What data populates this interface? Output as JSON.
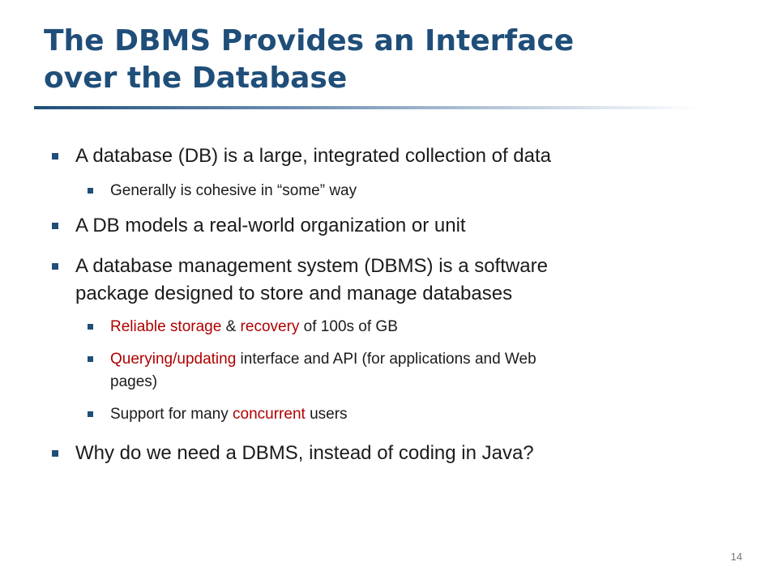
{
  "slide": {
    "title_line1": "The DBMS Provides an Interface",
    "title_line2": "over the Database",
    "page_number": "14"
  },
  "bullets": {
    "b1": "A database (DB) is a large, integrated collection of data",
    "b1_1": "Generally is cohesive in “some” way",
    "b2": "A DB models a real-world organization or unit",
    "b3_line1": "A database management system (DBMS) is a software",
    "b3_line2": "package designed to store and manage databases",
    "b3_1": {
      "p1": "Reliable storage",
      "p2": " & ",
      "p3": "recovery",
      "p4": " of 100s of GB"
    },
    "b3_2": {
      "p1": "Querying/updating",
      "p2": " interface and API (for applications and Web",
      "p3": "pages)"
    },
    "b3_3": {
      "p1": "Support for many ",
      "p2": "concurrent",
      "p3": " users"
    },
    "b4": "Why do we need a DBMS, instead of coding in Java?"
  },
  "colors": {
    "title": "#1f4e79",
    "bullet": "#1f4e79",
    "highlight": "#b00000",
    "text": "#1b1b1b"
  }
}
